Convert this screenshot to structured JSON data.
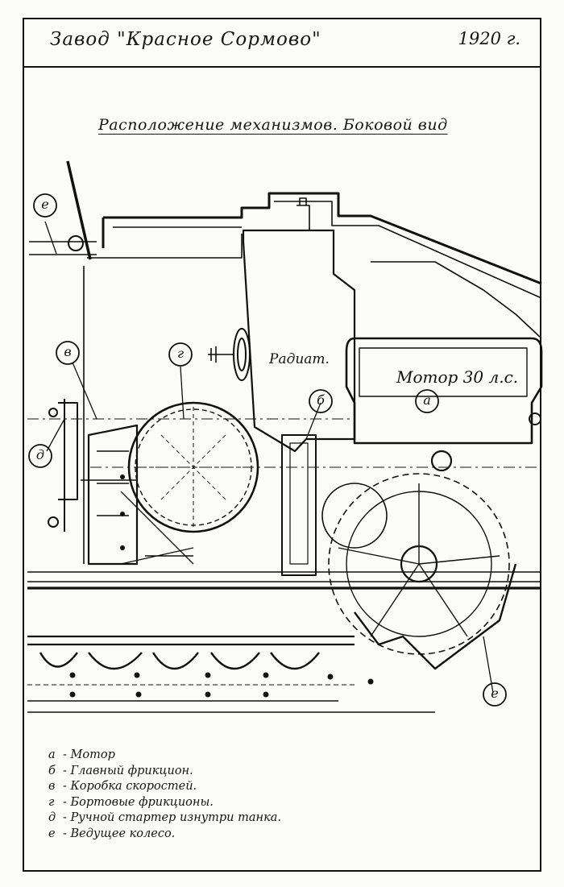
{
  "header": {
    "factory": "Завод \"Красное Сормово\"",
    "year": "1920 г."
  },
  "title": "Расположение механизмов. Боковой вид",
  "drawing_labels": {
    "radiator": "Радиат.",
    "motor": "Мотор 30 л.с."
  },
  "callouts": [
    {
      "letter": "е"
    },
    {
      "letter": "в"
    },
    {
      "letter": "г"
    },
    {
      "letter": "б"
    },
    {
      "letter": "а"
    },
    {
      "letter": "д"
    },
    {
      "letter": "е"
    }
  ],
  "legend": [
    {
      "key": "а",
      "text": "- Мотор"
    },
    {
      "key": "б",
      "text": "- Главный фрикцион."
    },
    {
      "key": "в",
      "text": "- Коробка скоростей."
    },
    {
      "key": "г",
      "text": "- Бортовые фрикционы."
    },
    {
      "key": "д",
      "text": "- Ручной стартер изнутри танка."
    },
    {
      "key": "е",
      "text": "- Ведущее колесо."
    }
  ]
}
